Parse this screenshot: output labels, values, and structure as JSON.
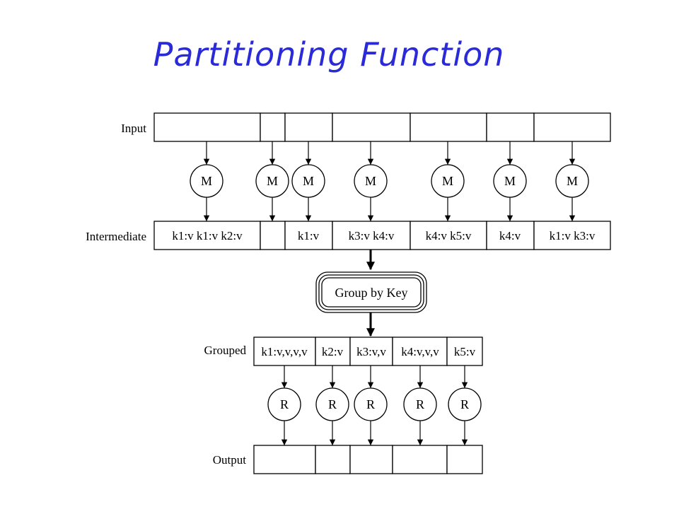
{
  "slide": {
    "title": "Partitioning Function",
    "title_color": "#2a2ad8"
  },
  "diagram": {
    "rows": [
      {
        "id": "input",
        "label": "Input",
        "cells": [
          "",
          "",
          "",
          "",
          "",
          "",
          ""
        ]
      },
      {
        "id": "intermediate",
        "label": "Intermediate",
        "cells": [
          "k1:v k1:v k2:v",
          "",
          "k1:v",
          "k3:v k4:v",
          "k4:v k5:v",
          "k4:v",
          "k1:v k3:v"
        ]
      },
      {
        "id": "grouped",
        "label": "Grouped",
        "cells": [
          "k1:v,v,v,v",
          "k2:v",
          "k3:v,v",
          "k4:v,v,v",
          "k5:v"
        ]
      },
      {
        "id": "output",
        "label": "Output",
        "cells": [
          "",
          "",
          "",
          "",
          ""
        ]
      }
    ],
    "map_nodes": [
      "M",
      "M",
      "M",
      "M",
      "M",
      "M",
      "M"
    ],
    "reduce_nodes": [
      "R",
      "R",
      "R",
      "R",
      "R"
    ],
    "group_node": "Group by Key"
  }
}
